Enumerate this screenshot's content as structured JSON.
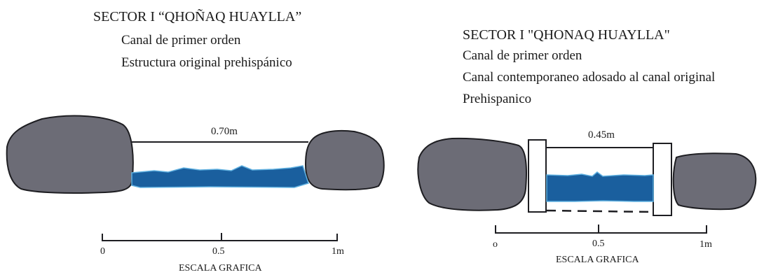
{
  "left_panel": {
    "title": "SECTOR I “QHOÑAQ HUAYLLA”",
    "lines": [
      "Canal de primer orden",
      "Estructura original prehispánico"
    ],
    "width_label": "0.70m",
    "scale": {
      "ticks": [
        "0",
        "0.5",
        "1m"
      ],
      "caption": "ESCALA GRAFICA"
    }
  },
  "right_panel": {
    "title": "SECTOR I \"QHONAQ HUAYLLA\"",
    "lines": [
      "Canal de primer orden",
      "Canal contemporaneo adosado al canal original",
      "Prehispanico"
    ],
    "width_label": "0.45m",
    "scale": {
      "ticks": [
        "o",
        "0.5",
        "1m"
      ],
      "caption": "ESCALA GRAFICA"
    }
  },
  "colors": {
    "rock": "#6c6c76",
    "rock_outline": "#1e1e22",
    "water": "#1a5f9e",
    "water_edge": "#5fb0e0"
  }
}
